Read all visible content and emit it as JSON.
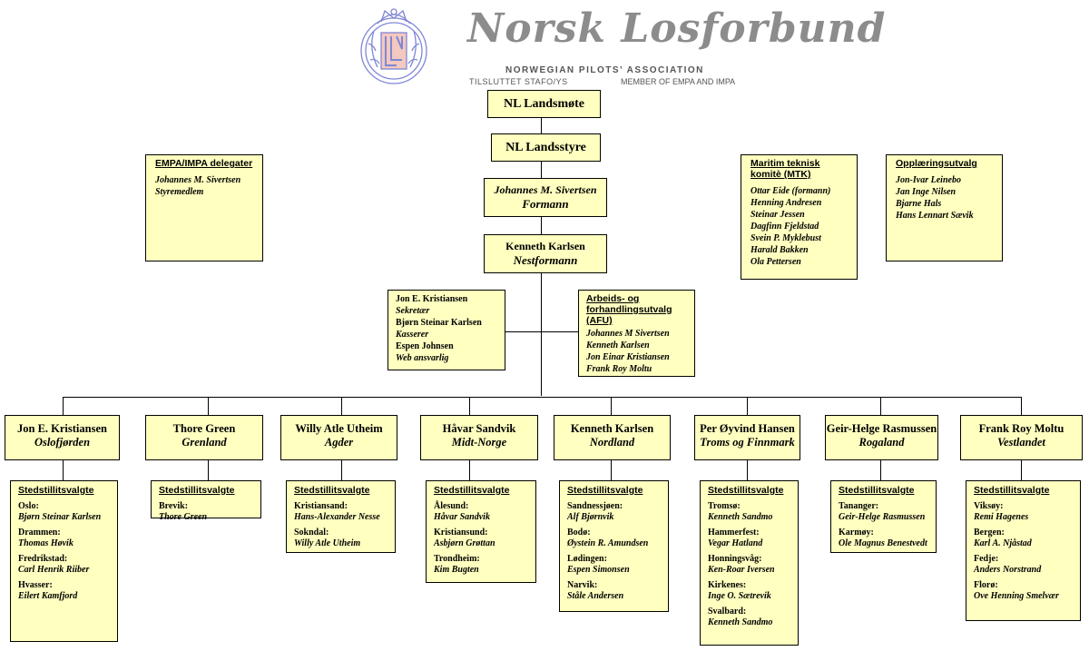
{
  "header": {
    "logo_title": "Norsk Losforbund",
    "association": "NORWEGIAN PILOTS’ ASSOCIATION",
    "affiliation": "TILSLUTTET STAFO/YS",
    "membership": "MEMBER OF EMPA AND IMPA"
  },
  "top": {
    "landsmote": "NL Landsmøte",
    "landsstyre": "NL Landsstyre"
  },
  "officers": {
    "formann_name": "Johannes M. Sivertsen",
    "formann_role": "Formann",
    "nestformann_name": "Kenneth Karlsen",
    "nestformann_role": "Nestformann"
  },
  "secretariat": [
    {
      "name": "Jon E. Kristiansen",
      "role": "Sekretær"
    },
    {
      "name": "Bjørn Steinar Karlsen",
      "role": "Kasserer"
    },
    {
      "name": "Espen Johnsen",
      "role": "Web ansvarlig"
    }
  ],
  "afu": {
    "title": "Arbeids- og forhandlingsutvalg (AFU)",
    "members": [
      "Johannes M Sivertsen",
      "Kenneth Karlsen",
      "Jon Einar Kristiansen",
      "Frank Roy Moltu"
    ]
  },
  "empa": {
    "title": "EMPA/IMPA delegater",
    "members": [
      "Johannes M. Sivertsen",
      "Styremedlem"
    ]
  },
  "mtk": {
    "title": "Maritim teknisk komitè (MTK)",
    "members": [
      "Ottar Eide (formann)",
      "Henning Andresen",
      "Steinar Jessen",
      "Dagfinn Fjeldstad",
      "Svein P. Myklebust",
      "Harald Bakken",
      "Ola Pettersen"
    ]
  },
  "opplaering": {
    "title": "Opplæringsutvalg",
    "members": [
      "Jon-Ivar Leinebo",
      "Jan Inge Nilsen",
      "Bjarne Hals",
      "Hans Lennart Sævik"
    ]
  },
  "stedstillits_label": "Stedstillitsvalgte",
  "regions": [
    {
      "name": "Jon E. Kristiansen",
      "area": "Oslofjørden",
      "stations": [
        {
          "loc": "Oslo:",
          "person": "Bjørn Steinar Karlsen"
        },
        {
          "loc": "Drammen:",
          "person": "Thomas Høvik"
        },
        {
          "loc": "Fredrikstad:",
          "person": "Carl Henrik Riiber"
        },
        {
          "loc": "Hvasser:",
          "person": "Eilert Kamfjord"
        }
      ]
    },
    {
      "name": "Thore Green",
      "area": "Grenland",
      "stations": [
        {
          "loc": "Brevik:",
          "person": "Thore Green"
        }
      ]
    },
    {
      "name": "Willy Atle Utheim",
      "area": "Agder",
      "stations": [
        {
          "loc": "Kristiansand:",
          "person": "Hans-Alexander Nesse"
        },
        {
          "loc": "Sokndal:",
          "person": "Willy Atle Utheim"
        }
      ]
    },
    {
      "name": "Håvar Sandvik",
      "area": "Midt-Norge",
      "stations": [
        {
          "loc": "Ålesund:",
          "person": "Håvar Sandvik"
        },
        {
          "loc": "Kristiansund:",
          "person": "Asbjørn Grøttan"
        },
        {
          "loc": "Trondheim:",
          "person": "Kim Bugten"
        }
      ]
    },
    {
      "name": "Kenneth Karlsen",
      "area": "Nordland",
      "stations": [
        {
          "loc": "Sandnessjøen:",
          "person": "Alf Bjørnvik"
        },
        {
          "loc": "Bodø:",
          "person": "Øystein R. Amundsen"
        },
        {
          "loc": "Lødingen:",
          "person": "Espen Simonsen"
        },
        {
          "loc": "Narvik:",
          "person": "Ståle Andersen"
        }
      ]
    },
    {
      "name": "Per Øyvind Hansen",
      "area": "Troms og Finnmark",
      "stations": [
        {
          "loc": "Tromsø:",
          "person": "Kenneth Sandmo"
        },
        {
          "loc": "Hammerfest:",
          "person": "Vegar Hatland"
        },
        {
          "loc": "Honningsvåg:",
          "person": "Ken-Roar Iversen"
        },
        {
          "loc": "Kirkenes:",
          "person": "Inge O. Sætrevik"
        },
        {
          "loc": "Svalbard:",
          "person": "Kenneth Sandmo"
        }
      ]
    },
    {
      "name": "Geir-Helge Rasmussen",
      "area": "Rogaland",
      "stations": [
        {
          "loc": "Tananger:",
          "person": "Geir-Helge Rasmussen"
        },
        {
          "loc": "Karmøy:",
          "person": "Ole Magnus Benestvedt"
        }
      ]
    },
    {
      "name": "Frank Roy Moltu",
      "area": "Vestlandet",
      "stations": [
        {
          "loc": "Viksøy:",
          "person": "Remi Hagenes"
        },
        {
          "loc": "Bergen:",
          "person": "Karl A. Njåstad"
        },
        {
          "loc": "Fedje:",
          "person": "Anders Norstrand"
        },
        {
          "loc": "Florø:",
          "person": "Ove Henning Smelvær"
        }
      ]
    }
  ]
}
